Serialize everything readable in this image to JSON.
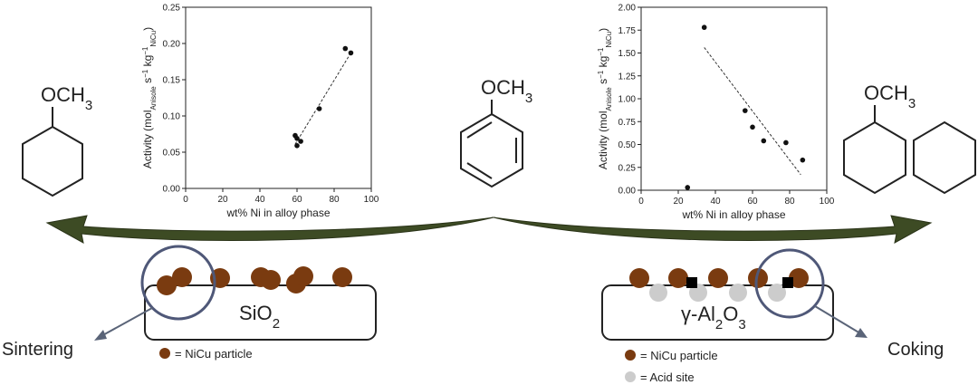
{
  "chart_data": [
    {
      "type": "scatter",
      "xlabel": "wt% Ni in alloy phase",
      "ylabel_main": "Activity (mol",
      "ylabel_sub": "Anisole",
      "ylabel_mid": " s",
      "ylabel_exp1": "−1",
      "ylabel_mid2": " kg",
      "ylabel_exp2": "−1",
      "ylabel_sub2": "NiCu",
      "ylabel_end": ")",
      "xlim": [
        0,
        100
      ],
      "ylim": [
        0,
        0.25
      ],
      "xticks": [
        0,
        20,
        40,
        60,
        80,
        100
      ],
      "yticks": [
        0.0,
        0.05,
        0.1,
        0.15,
        0.2,
        0.25
      ],
      "ytick_labels": [
        "0.00",
        "0.05",
        "0.10",
        "0.15",
        "0.20",
        "0.25"
      ],
      "points": [
        {
          "x": 59,
          "y": 0.073
        },
        {
          "x": 60,
          "y": 0.069
        },
        {
          "x": 60,
          "y": 0.059
        },
        {
          "x": 62,
          "y": 0.065
        },
        {
          "x": 72,
          "y": 0.11
        },
        {
          "x": 86,
          "y": 0.193
        },
        {
          "x": 89,
          "y": 0.187
        }
      ],
      "fit_line": [
        {
          "x": 59,
          "y": 0.061
        },
        {
          "x": 89,
          "y": 0.187
        }
      ],
      "grid": false
    },
    {
      "type": "scatter",
      "xlabel": "wt% Ni in alloy phase",
      "ylabel_main": "Activity (mol",
      "ylabel_sub": "Anisole",
      "ylabel_mid": " s",
      "ylabel_exp1": "−1",
      "ylabel_mid2": " kg",
      "ylabel_exp2": "−1",
      "ylabel_sub2": "NiCu",
      "ylabel_end": ")",
      "xlim": [
        0,
        100
      ],
      "ylim": [
        0,
        2.0
      ],
      "xticks": [
        0,
        20,
        40,
        60,
        80,
        100
      ],
      "yticks": [
        0.0,
        0.25,
        0.5,
        0.75,
        1.0,
        1.25,
        1.5,
        1.75,
        2.0
      ],
      "ytick_labels": [
        "0.00",
        "0.25",
        "0.50",
        "0.75",
        "1.00",
        "1.25",
        "1.50",
        "1.75",
        "2.00"
      ],
      "points": [
        {
          "x": 25,
          "y": 0.03
        },
        {
          "x": 34,
          "y": 1.78
        },
        {
          "x": 56,
          "y": 0.87
        },
        {
          "x": 60,
          "y": 0.69
        },
        {
          "x": 66,
          "y": 0.54
        },
        {
          "x": 78,
          "y": 0.52
        },
        {
          "x": 87,
          "y": 0.33
        }
      ],
      "fit_line": [
        {
          "x": 34,
          "y": 1.56
        },
        {
          "x": 86,
          "y": 0.17
        }
      ],
      "grid": false
    }
  ],
  "molecules": {
    "left_label": "OCH",
    "left_sub": "3",
    "center_label": "OCH",
    "center_sub": "3",
    "right_label": "OCH",
    "right_sub": "3"
  },
  "supports": {
    "left_label": "SiO",
    "left_sub": "2",
    "right_prefix": "γ-Al",
    "right_sub1": "2",
    "right_mid": "O",
    "right_sub2": "3"
  },
  "labels": {
    "sintering": "Sintering",
    "coking": "Coking",
    "legend_nicu_left": "= NiCu particle",
    "legend_nicu_right": "= NiCu particle",
    "legend_acid": "= Acid site"
  },
  "colors": {
    "nicu": "#7a3b10",
    "acid": "#cccccc",
    "arrow": "#3d4b24",
    "callout": "#4f5878"
  }
}
